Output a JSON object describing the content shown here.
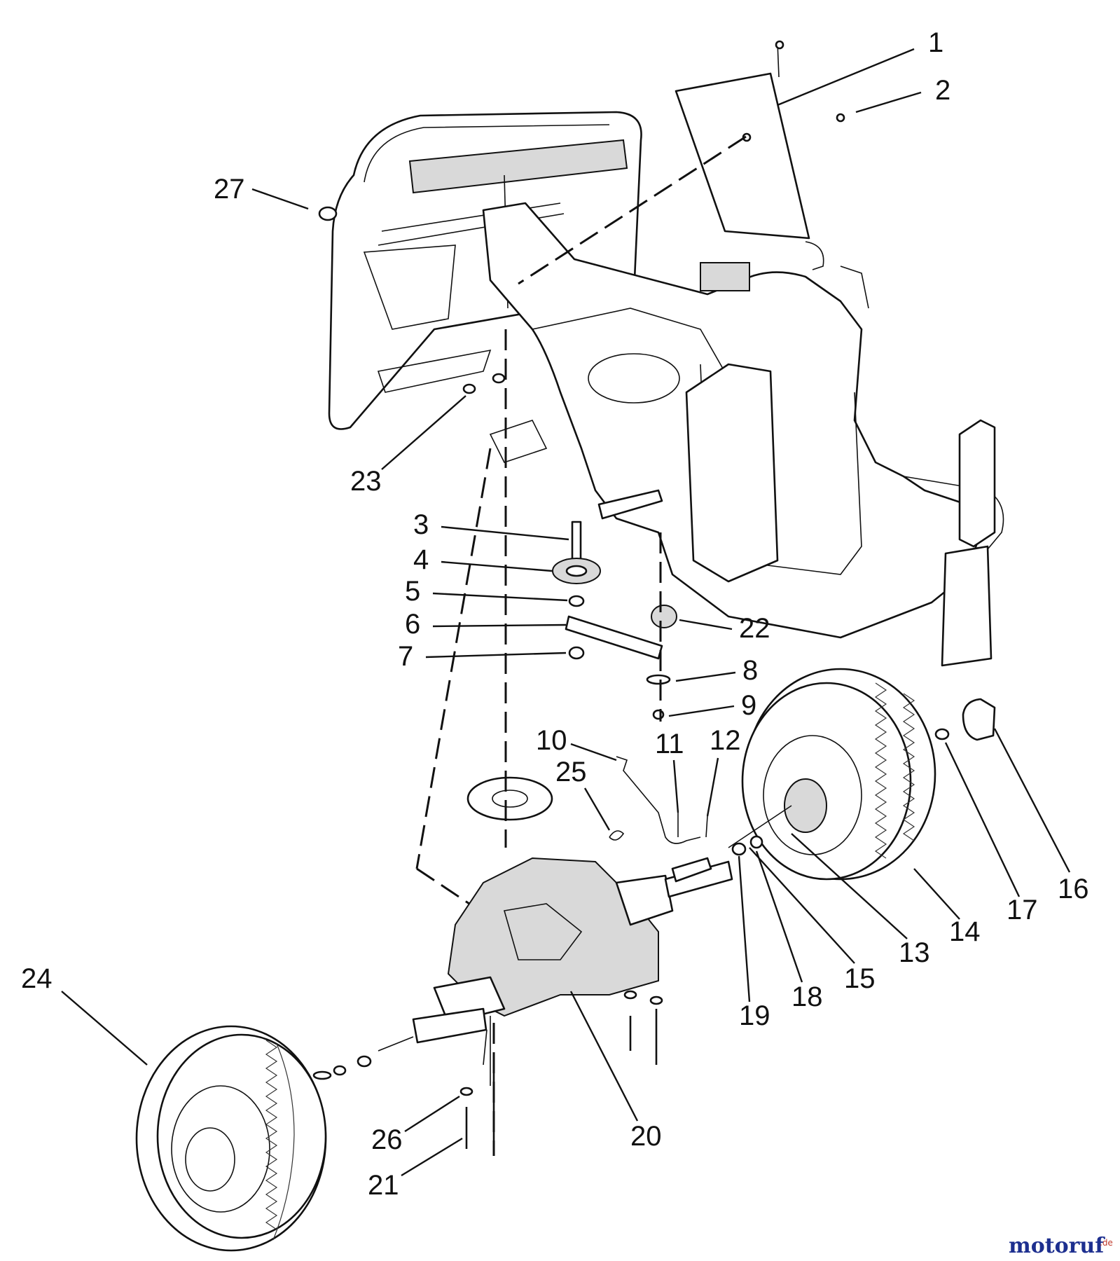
{
  "watermark": {
    "brand": "motoruf",
    "suffix": ".de",
    "color_main": "#1d2f8f",
    "color_accent": "#c0392b"
  },
  "callouts": [
    {
      "id": "1",
      "label": "1"
    },
    {
      "id": "2",
      "label": "2"
    },
    {
      "id": "3",
      "label": "3"
    },
    {
      "id": "4",
      "label": "4"
    },
    {
      "id": "5",
      "label": "5"
    },
    {
      "id": "6",
      "label": "6"
    },
    {
      "id": "7",
      "label": "7"
    },
    {
      "id": "8",
      "label": "8"
    },
    {
      "id": "9",
      "label": "9"
    },
    {
      "id": "10",
      "label": "10"
    },
    {
      "id": "11",
      "label": "11"
    },
    {
      "id": "12",
      "label": "12"
    },
    {
      "id": "13",
      "label": "13"
    },
    {
      "id": "14",
      "label": "14"
    },
    {
      "id": "15",
      "label": "15"
    },
    {
      "id": "16",
      "label": "16"
    },
    {
      "id": "17",
      "label": "17"
    },
    {
      "id": "18",
      "label": "18"
    },
    {
      "id": "19",
      "label": "19"
    },
    {
      "id": "20",
      "label": "20"
    },
    {
      "id": "21",
      "label": "21"
    },
    {
      "id": "22",
      "label": "22"
    },
    {
      "id": "23",
      "label": "23"
    },
    {
      "id": "24",
      "label": "24"
    },
    {
      "id": "25",
      "label": "25"
    },
    {
      "id": "26",
      "label": "26"
    },
    {
      "id": "27",
      "label": "27"
    }
  ]
}
